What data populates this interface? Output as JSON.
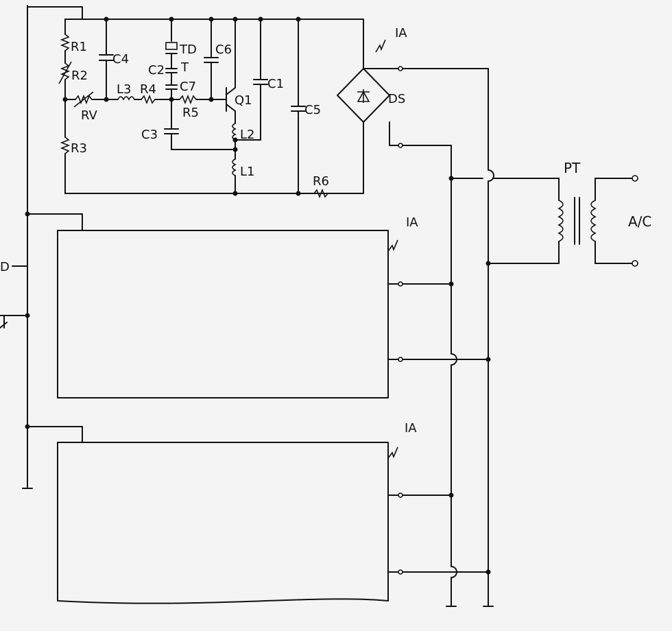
{
  "labels": {
    "r1": "R1",
    "r2": "R2",
    "r3": "R3",
    "rv": "RV",
    "c4": "C4",
    "l3": "L3",
    "r4": "R4",
    "td": "TD",
    "c6": "C6",
    "c2": "C2",
    "t": "T",
    "c7": "C7",
    "r5": "R5",
    "c3": "C3",
    "q1": "Q1",
    "c1": "C1",
    "c5": "C5",
    "l2": "L2",
    "l1": "L1",
    "r6": "R6",
    "ds": "DS",
    "module_1": "IA",
    "module_2": "IA",
    "module_3": "IA",
    "pt": "PT",
    "ac": "A/C",
    "left_d": "D"
  }
}
